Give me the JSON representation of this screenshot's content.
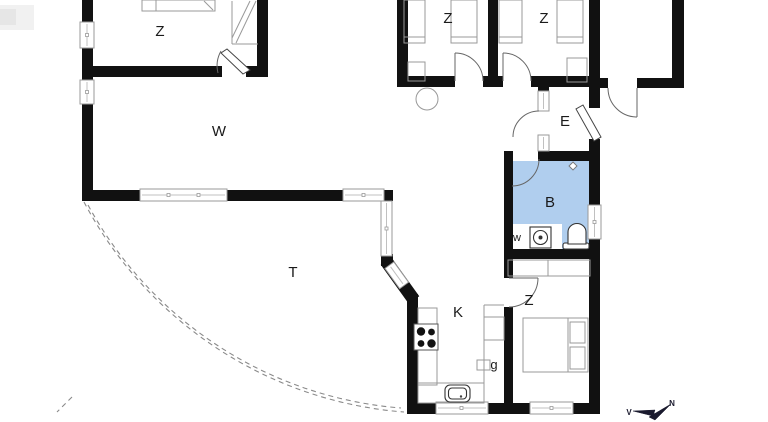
{
  "rooms": {
    "bedroom_nw": "Z",
    "living": "W",
    "bedroom_n1": "Z",
    "bedroom_n2": "Z",
    "entry": "E",
    "bath": "B",
    "utility": "w",
    "terrace": "T",
    "kitchen": "K",
    "hall": "g",
    "bedroom_se": "Z"
  },
  "compass": {
    "north": "N",
    "west": "V"
  },
  "colors": {
    "wall": "#111111",
    "bathroom": "#b0ceee",
    "furniture": "#999999",
    "door": "#666666",
    "dash": "#8a8a8a"
  }
}
